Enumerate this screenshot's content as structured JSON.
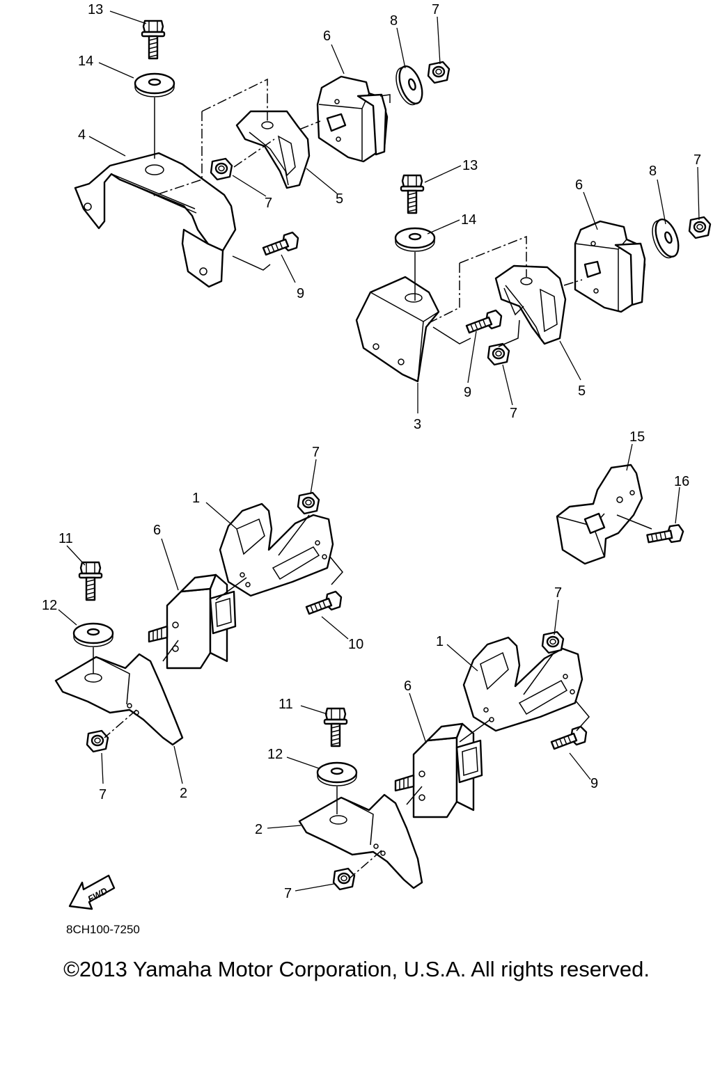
{
  "diagram_code": "8CH100-7250",
  "copyright": "©2013 Yamaha Motor Corporation, U.S.A. All rights reserved.",
  "fwd_label": "FWD",
  "callouts": [
    {
      "id": "c13a",
      "text": "13"
    },
    {
      "id": "c14a",
      "text": "14"
    },
    {
      "id": "c4",
      "text": "4"
    },
    {
      "id": "c6a",
      "text": "6"
    },
    {
      "id": "c8a",
      "text": "8"
    },
    {
      "id": "c7a",
      "text": "7"
    },
    {
      "id": "c7b",
      "text": "7"
    },
    {
      "id": "c5a",
      "text": "5"
    },
    {
      "id": "c9a",
      "text": "9"
    },
    {
      "id": "c13b",
      "text": "13"
    },
    {
      "id": "c14b",
      "text": "14"
    },
    {
      "id": "c6b",
      "text": "6"
    },
    {
      "id": "c8b",
      "text": "8"
    },
    {
      "id": "c7c",
      "text": "7"
    },
    {
      "id": "c9b",
      "text": "9"
    },
    {
      "id": "c7d",
      "text": "7"
    },
    {
      "id": "c5b",
      "text": "5"
    },
    {
      "id": "c3",
      "text": "3"
    },
    {
      "id": "c15",
      "text": "15"
    },
    {
      "id": "c16",
      "text": "16"
    },
    {
      "id": "c7e",
      "text": "7"
    },
    {
      "id": "c1a",
      "text": "1"
    },
    {
      "id": "c11a",
      "text": "11"
    },
    {
      "id": "c6c",
      "text": "6"
    },
    {
      "id": "c12a",
      "text": "12"
    },
    {
      "id": "c10",
      "text": "10"
    },
    {
      "id": "c7f",
      "text": "7"
    },
    {
      "id": "c2a",
      "text": "2"
    },
    {
      "id": "c7g",
      "text": "7"
    },
    {
      "id": "c1b",
      "text": "1"
    },
    {
      "id": "c6d",
      "text": "6"
    },
    {
      "id": "c11b",
      "text": "11"
    },
    {
      "id": "c12b",
      "text": "12"
    },
    {
      "id": "c9c",
      "text": "9"
    },
    {
      "id": "c2b",
      "text": "2"
    },
    {
      "id": "c7h",
      "text": "7"
    }
  ]
}
